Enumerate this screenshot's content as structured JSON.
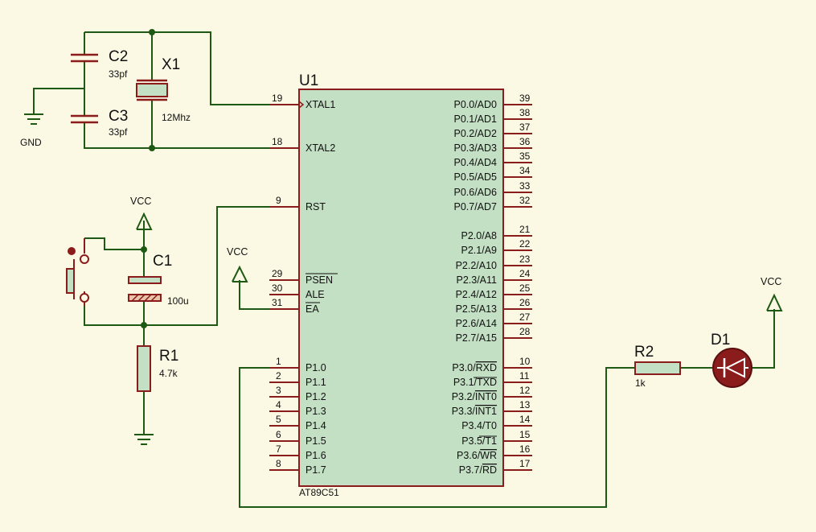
{
  "mcu": {
    "ref": "U1",
    "part": "AT89C51",
    "left_pins": [
      {
        "num": "19",
        "label": "XTAL1",
        "bar": false
      },
      {
        "num": "18",
        "label": "XTAL2",
        "bar": false
      },
      {
        "num": "9",
        "label": "RST",
        "bar": false
      },
      {
        "num": "29",
        "label": "PSEN",
        "bar": true
      },
      {
        "num": "30",
        "label": "ALE",
        "bar": false
      },
      {
        "num": "31",
        "label": "EA",
        "bar": true
      },
      {
        "num": "1",
        "label": "P1.0"
      },
      {
        "num": "2",
        "label": "P1.1"
      },
      {
        "num": "3",
        "label": "P1.2"
      },
      {
        "num": "4",
        "label": "P1.3"
      },
      {
        "num": "5",
        "label": "P1.4"
      },
      {
        "num": "6",
        "label": "P1.5"
      },
      {
        "num": "7",
        "label": "P1.6"
      },
      {
        "num": "8",
        "label": "P1.7"
      }
    ],
    "right_pins": [
      {
        "num": "39",
        "label": "P0.0/AD0"
      },
      {
        "num": "38",
        "label": "P0.1/AD1"
      },
      {
        "num": "37",
        "label": "P0.2/AD2"
      },
      {
        "num": "36",
        "label": "P0.3/AD3"
      },
      {
        "num": "35",
        "label": "P0.4/AD4"
      },
      {
        "num": "34",
        "label": "P0.5/AD5"
      },
      {
        "num": "33",
        "label": "P0.6/AD6"
      },
      {
        "num": "32",
        "label": "P0.7/AD7"
      },
      {
        "num": "21",
        "label": "P2.0/A8"
      },
      {
        "num": "22",
        "label": "P2.1/A9"
      },
      {
        "num": "23",
        "label": "P2.2/A10"
      },
      {
        "num": "24",
        "label": "P2.3/A11"
      },
      {
        "num": "25",
        "label": "P2.4/A12"
      },
      {
        "num": "26",
        "label": "P2.5/A13"
      },
      {
        "num": "27",
        "label": "P2.6/A14"
      },
      {
        "num": "28",
        "label": "P2.7/A15"
      },
      {
        "num": "10",
        "prefix": "P3.0/",
        "bar": "RXD"
      },
      {
        "num": "11",
        "prefix": "P3.1/",
        "plain": "TXD"
      },
      {
        "num": "12",
        "prefix": "P3.2/",
        "bar": "INT0"
      },
      {
        "num": "13",
        "prefix": "P3.3/",
        "bar": "INT1"
      },
      {
        "num": "14",
        "prefix": "P3.4/",
        "plain": "T0"
      },
      {
        "num": "15",
        "prefix": "P3.5/",
        "plain": "T1"
      },
      {
        "num": "16",
        "prefix": "P3.6/",
        "bar": "WR"
      },
      {
        "num": "17",
        "prefix": "P3.7/",
        "bar": "RD"
      }
    ]
  },
  "c2": {
    "ref": "C2",
    "value": "33pf"
  },
  "c3": {
    "ref": "C3",
    "value": "33pf"
  },
  "x1": {
    "ref": "X1",
    "value": "12Mhz"
  },
  "c1": {
    "ref": "C1",
    "value": "100u"
  },
  "r1": {
    "ref": "R1",
    "value": "4.7k"
  },
  "r2": {
    "ref": "R2",
    "value": "1k"
  },
  "d1": {
    "ref": "D1"
  },
  "power": {
    "gnd": "GND",
    "vcc": "VCC"
  }
}
